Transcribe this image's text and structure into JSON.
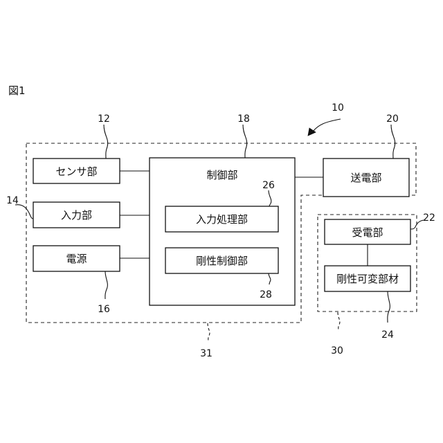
{
  "figure_label": "図1",
  "blocks": {
    "sensor": "センサ部",
    "input": "入力部",
    "power": "電源",
    "control": "制御部",
    "input_processing": "入力処理部",
    "stiffness_control": "剛性制御部",
    "transmitter": "送電部",
    "receiver": "受電部",
    "variable_stiffness_member": "剛性可変部材"
  },
  "refs": {
    "device": "10",
    "sensor": "12",
    "input": "14",
    "power": "16",
    "control": "18",
    "transmitter": "20",
    "receiver": "22",
    "variable_stiffness_member": "24",
    "input_processing": "26",
    "stiffness_control": "28",
    "receiver_unit": "30",
    "main_unit": "31"
  }
}
